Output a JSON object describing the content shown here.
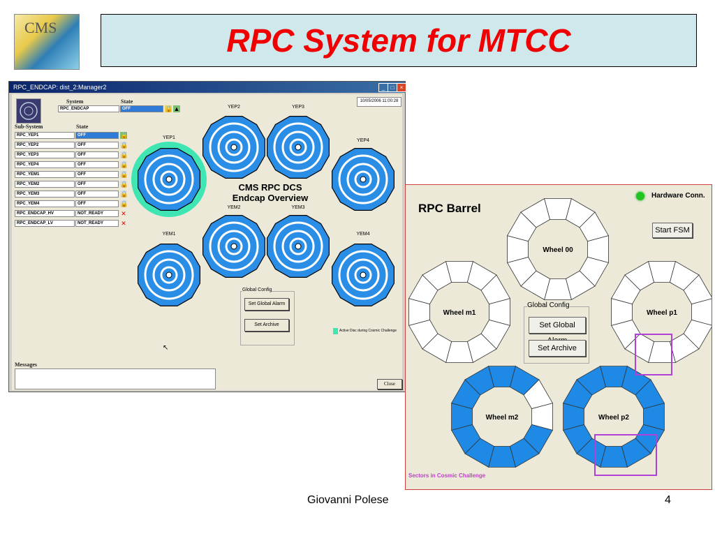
{
  "logo": {
    "text": "CMS"
  },
  "slide": {
    "title": "RPC System for MTCC",
    "author": "Giovanni Polese",
    "page": "4"
  },
  "endcap": {
    "window_title": "RPC_ENDCAP: dist_2:Manager2",
    "timestamp": "10/05/2006 11:00:28",
    "system_label": "System",
    "state_label": "State",
    "system_value": "RPC_ENDCAP",
    "system_state": "OFF",
    "subsystem_label": "Sub-System",
    "substate_label": "State",
    "rows": [
      {
        "name": "RPC_YEP1",
        "state": "OFF"
      },
      {
        "name": "RPC_YEP2",
        "state": "OFF"
      },
      {
        "name": "RPC_YEP3",
        "state": "OFF"
      },
      {
        "name": "RPC_YEP4",
        "state": "OFF"
      },
      {
        "name": "RPC_YEM1",
        "state": "OFF"
      },
      {
        "name": "RPC_YEM2",
        "state": "OFF"
      },
      {
        "name": "RPC_YEM3",
        "state": "OFF"
      },
      {
        "name": "RPC_YEM4",
        "state": "OFF"
      },
      {
        "name": "RPC_ENDCAP_HV",
        "state": "NOT_READY"
      },
      {
        "name": "RPC_ENDCAP_LV",
        "state": "NOT_READY"
      }
    ],
    "overview_line1": "CMS RPC DCS",
    "overview_line2": "Endcap Overview",
    "discs": [
      "YEP1",
      "YEP2",
      "YEP3",
      "YEP4",
      "YEM1",
      "YEM2",
      "YEM3",
      "YEM4"
    ],
    "global_config": "Global Config",
    "set_global_alarm": "Set Global Alarm",
    "set_archive": "Set Archive",
    "legend": "Active Disc during Cosmic Challenge",
    "messages": "Messages",
    "close": "Close",
    "colors": {
      "disc_blue": "#2b8ee6",
      "active_ring": "#3fe6b4"
    }
  },
  "barrel": {
    "title": "RPC Barrel",
    "hardware_conn": "Hardware Conn.",
    "start_fsm": "Start FSM",
    "wheels": [
      "Wheel 00",
      "Wheel m1",
      "Wheel p1",
      "Wheel m2",
      "Wheel p2"
    ],
    "global_config": "Global Config",
    "set_global_alarm": "Set Global Alarm",
    "set_archive": "Set Archive",
    "legend": "Sectors in Cosmic Challenge",
    "colors": {
      "sector_blue": "#1e8ae6",
      "highlight": "#b040d8",
      "led": "#22c422"
    }
  }
}
